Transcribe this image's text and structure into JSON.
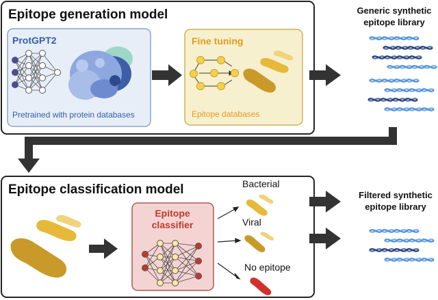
{
  "generation_model": {
    "title": "Epitope generation model",
    "protgpt2": {
      "title": "ProtGPT2",
      "caption": "Pretrained with protein databases"
    },
    "fine_tuning": {
      "title": "Fine tuning",
      "caption": "Epitope databases"
    }
  },
  "generic_library": {
    "title_line1": "Generic synthetic",
    "title_line2": "epitope library"
  },
  "classification_model": {
    "title": "Epitope classification model",
    "classifier": {
      "title_line1": "Epitope",
      "title_line2": "classifier"
    },
    "outputs": {
      "bacterial": "Bacterial",
      "viral": "Viral",
      "no_epitope": "No epitope"
    }
  },
  "filtered_library": {
    "title_line1": "Filtered synthetic",
    "title_line2": "epitope library"
  },
  "colors": {
    "panel_border": "#222222",
    "protgpt2_fill": "#e8eef8",
    "protgpt2_title": "#2f5fa8",
    "fine_tuning_fill": "#f7f0cf",
    "fine_tuning_title": "#e39a1e",
    "classifier_fill": "#f4d4d2",
    "classifier_title": "#c0392b",
    "epitope_yellow": "#e7b93a",
    "epitope_dark": "#c99a2a",
    "no_epitope_red": "#d0312d",
    "dna_light": "#4a90d9",
    "dna_dark": "#1f3c7a",
    "arrow": "#333333"
  },
  "icons": [
    "neural-network-icon",
    "protein-structure-icon",
    "graph-cycle-icon",
    "epitope-shape-icon",
    "dna-helix-icon",
    "block-arrow-icon"
  ]
}
